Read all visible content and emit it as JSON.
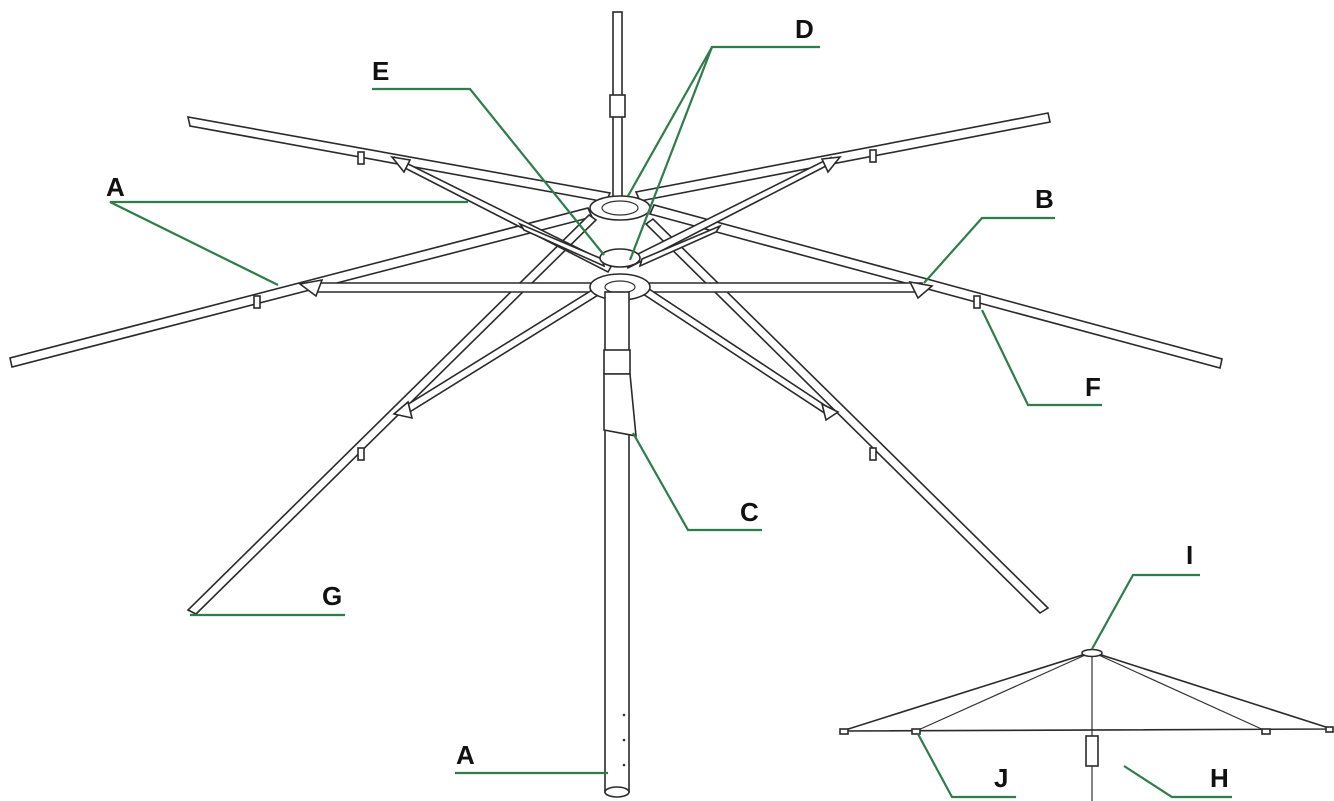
{
  "callouts": {
    "a_upper": "A",
    "a_pole": "A",
    "b": "B",
    "c": "C",
    "d": "D",
    "e": "E",
    "f": "F",
    "g": "G",
    "h": "H",
    "i": "I",
    "j": "J"
  },
  "colors": {
    "leader": "#2e7d4a",
    "line": "#2a2a2a",
    "background": "#ffffff"
  }
}
